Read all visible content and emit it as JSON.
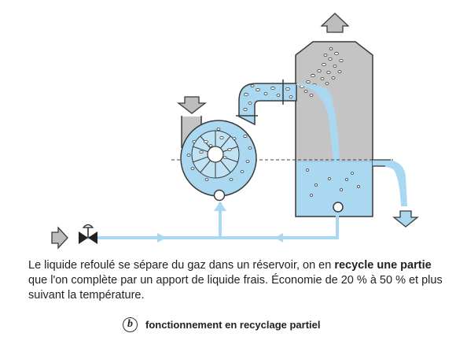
{
  "caption": {
    "part1": "Le liquide refoulé se sépare du gaz dans un réservoir, on en ",
    "bold1": "recycle une partie",
    "part2": " que l'on complète par un apport de liquide frais. Économie de 20 % à 50 % et plus suivant la température."
  },
  "figure": {
    "letter": "b",
    "title": "fonctionnement en recyclage partiel"
  },
  "colors": {
    "liquid": "#a9d8f0",
    "tank": "#c4c4c4",
    "outline": "#3a3a3a",
    "arrow_fill": "#bdbdbd",
    "water_line": "#8ec9ea"
  },
  "icons": [
    "gas-outlet-arrow-icon",
    "gas-inlet-arrow-icon",
    "liquid-inlet-arrow-icon",
    "liquid-outlet-arrow-icon",
    "valve-icon"
  ]
}
